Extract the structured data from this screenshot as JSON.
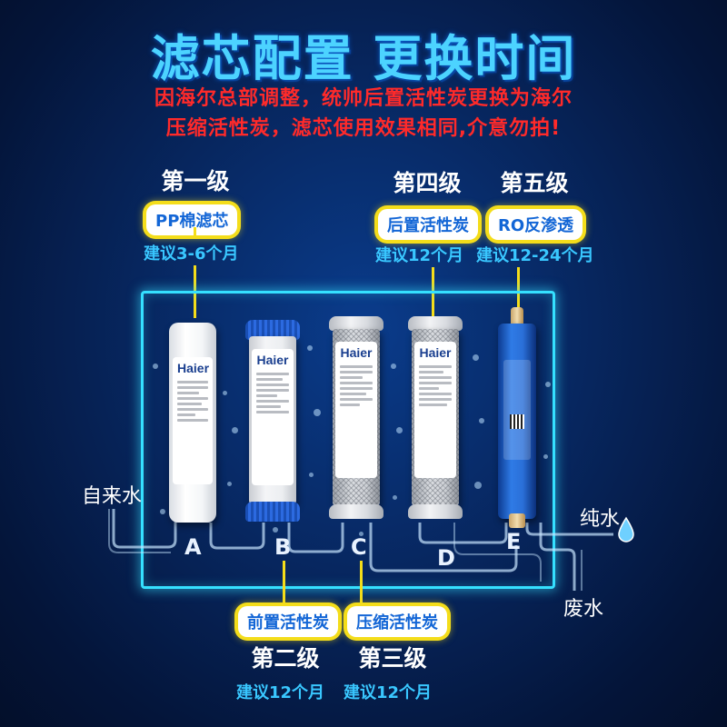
{
  "title": "滤芯配置  更换时间",
  "notice": {
    "line1": "因海尔总部调整，统帅后置活性炭更换为海尔",
    "line2": "压缩活性炭，滤芯使用效果相同,介意勿拍!"
  },
  "stages": [
    {
      "stage": "第一级",
      "filter": "PP棉滤芯",
      "advice": "建议3-6个月",
      "letter": "A"
    },
    {
      "stage": "第二级",
      "filter": "前置活性炭",
      "advice": "建议12个月",
      "letter": "B"
    },
    {
      "stage": "第三级",
      "filter": "压缩活性炭",
      "advice": "建议12个月",
      "letter": "C"
    },
    {
      "stage": "第四级",
      "filter": "后置活性炭",
      "advice": "建议12个月",
      "letter": "D"
    },
    {
      "stage": "第五级",
      "filter": "RO反渗透",
      "advice": "建议12-24个月",
      "letter": "E"
    }
  ],
  "water": {
    "inlet": "自来水",
    "pure": "纯水",
    "waste": "废水"
  },
  "brand": "Haier",
  "colors": {
    "title": "#4cd3ff",
    "notice": "#ff2a2a",
    "pill_border": "#f4dd1a",
    "pill_text": "#1366d6",
    "advice": "#39c7ff",
    "frame": "#35e0ff"
  }
}
